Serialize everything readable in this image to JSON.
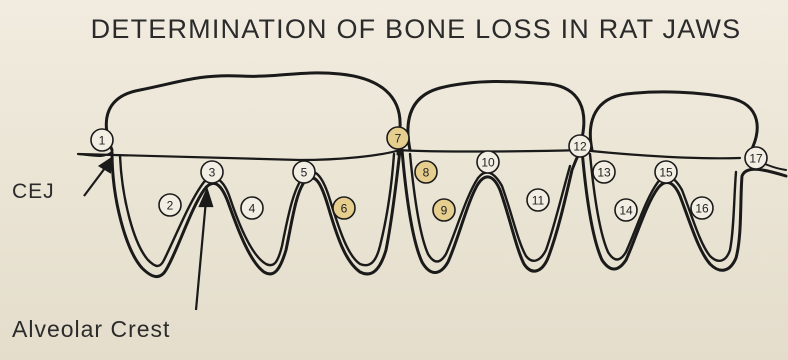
{
  "title": "DETERMINATION OF BONE LOSS IN RAT JAWS",
  "labels": {
    "cej": "CEJ",
    "alveolar_crest": "Alveolar Crest"
  },
  "sites": [
    "1",
    "2",
    "3",
    "4",
    "5",
    "6",
    "7",
    "8",
    "9",
    "10",
    "11",
    "12",
    "13",
    "14",
    "15",
    "16",
    "17"
  ],
  "highlighted_sites": [
    "6",
    "7",
    "8",
    "9"
  ],
  "colors": {
    "paper": "#ece6d6",
    "ink": "#1a1a1a",
    "highlight": "#e6cf8e",
    "circle_fill": "#f3eee3"
  }
}
